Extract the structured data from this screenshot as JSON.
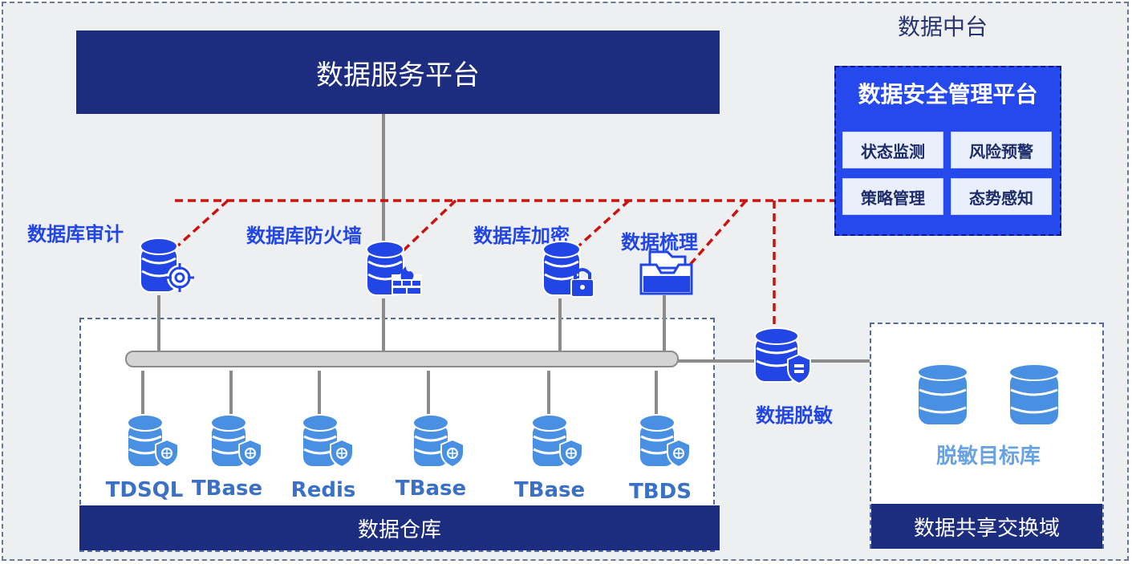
{
  "frame": {
    "title": "数据中台"
  },
  "service_platform": {
    "label": "数据服务平台"
  },
  "security_platform": {
    "title": "数据安全管理平台",
    "items": [
      "状态监测",
      "风险预警",
      "策略管理",
      "态势感知"
    ]
  },
  "nodes": {
    "audit": "数据库审计",
    "firewall": "数据库防火墙",
    "encryption": "数据库加密",
    "discovery": "数据梳理",
    "masking": "数据脱敏"
  },
  "warehouse": {
    "label": "数据仓库",
    "databases": [
      "TDSQL",
      "TBase",
      "Redis",
      "TBase",
      "TBase",
      "TBDS"
    ]
  },
  "exchange": {
    "label": "数据共享交换域",
    "target_label": "脱敏目标库"
  },
  "colors": {
    "dark_navy": "#1c2c7f",
    "security_blue": "#2549ec",
    "node_blue": "#2246e6",
    "db_light_blue": "#4a90e2",
    "target_blue": "#68a2e2",
    "red_dashed": "#cc1111"
  }
}
